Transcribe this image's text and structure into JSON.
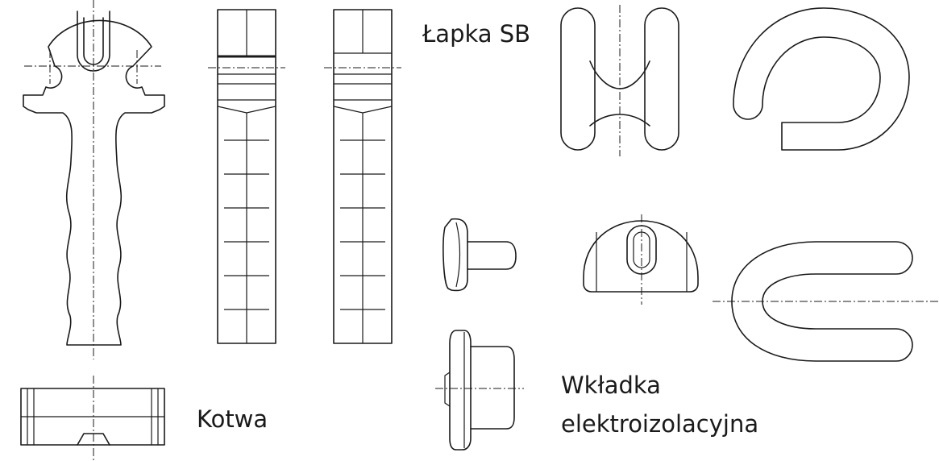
{
  "labels": {
    "lapka": "Łapka SB",
    "kotwa": "Kotwa",
    "wkladka_line1": "Wkładka",
    "wkladka_line2": "elektroizolacyjna"
  },
  "colors": {
    "line": "#1a1a1a",
    "background": "#ffffff"
  }
}
